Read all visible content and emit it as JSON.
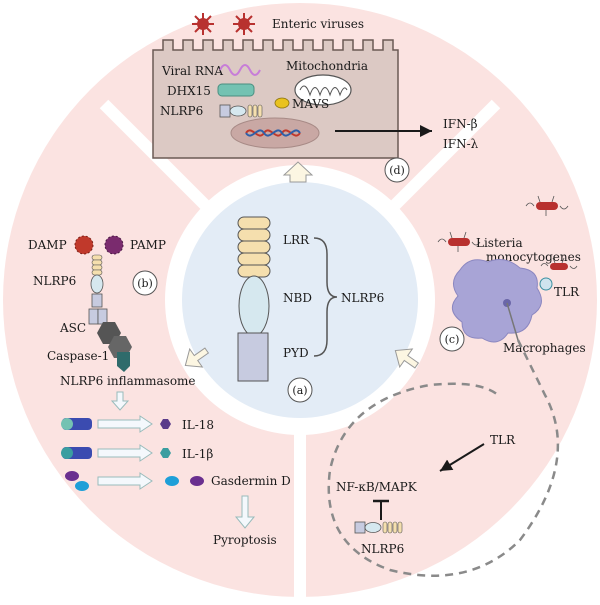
{
  "panel_labels": {
    "a": "(a)",
    "b": "(b)",
    "c": "(c)",
    "d": "(d)"
  },
  "center": {
    "lrr": "LRR",
    "nbd": "NBD",
    "pyd": "PYD",
    "nlrp6": "NLRP6"
  },
  "panel_d": {
    "enteric_viruses": "Enteric viruses",
    "viral_rna": "Viral RNA",
    "dhx15": "DHX15",
    "nlrp6": "NLRP6",
    "mitochondria": "Mitochondria",
    "mavs": "MAVS",
    "ifn_beta": "IFN-β",
    "ifn_lambda": "IFN-λ"
  },
  "panel_b": {
    "damp": "DAMP",
    "pamp": "PAMP",
    "nlrp6": "NLRP6",
    "asc": "ASC",
    "caspase1": "Caspase-1",
    "inflammasome": "NLRP6 inflammasome",
    "il18": "IL-18",
    "il1b": "IL-1β",
    "gasdermin": "Gasdermin D",
    "pyroptosis": "Pyroptosis"
  },
  "panel_c": {
    "listeria_line1": "Listeria",
    "listeria_line2": "monocytogenes",
    "tlr": "TLR",
    "macrophages": "Macrophages",
    "tlr2": "TLR",
    "nfkb": "NF-κB/MAPK",
    "nlrp6": "NLRP6"
  },
  "colors": {
    "sector_bg": "#fbe3e1",
    "center_bg": "#e3ecf6",
    "cell_fill": "#dcc9c4",
    "cell_stroke": "#6b5a55",
    "virus": "#b8312f",
    "lrr": "#f5dfae",
    "nbd": "#d6e8ef",
    "pyd": "#c7cbe0",
    "macrophage": "#a8a4d6",
    "dhx15": "#74c2b2",
    "mavs": "#e9c21f"
  }
}
